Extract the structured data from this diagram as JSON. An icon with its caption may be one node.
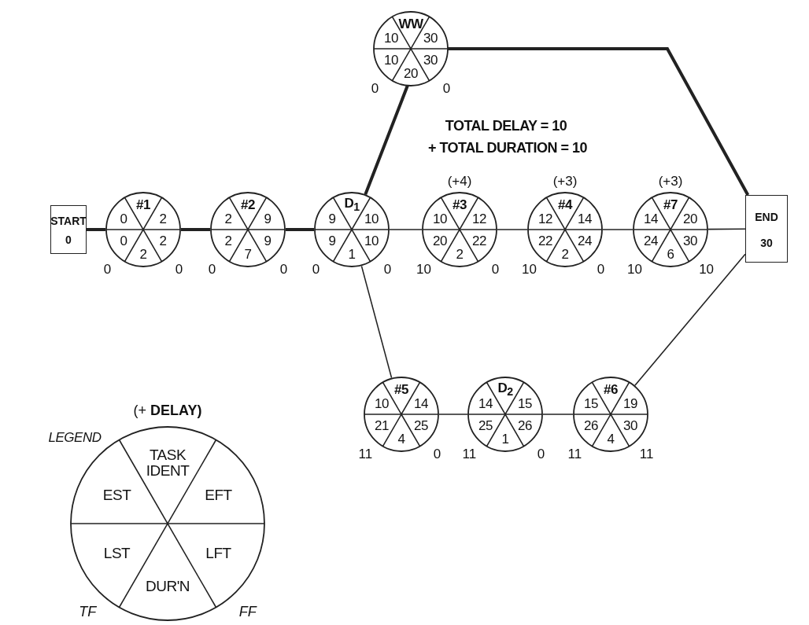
{
  "diagram": {
    "nodes": [
      {
        "text": [
          "START",
          "0"
        ]
      },
      {
        "text": [
          "#1",
          "0",
          "2",
          "0",
          "2",
          "2"
        ],
        "beside": [
          "0",
          "0"
        ]
      },
      {
        "text": [
          "#2",
          "2",
          "9",
          "2",
          "9",
          "7"
        ],
        "beside": [
          "0",
          "0"
        ]
      },
      {
        "text": [
          "D$_{1}$",
          "9",
          "10",
          "9",
          "10",
          "1"
        ],
        "beside": [
          "0",
          "0"
        ]
      },
      {
        "text": [
          "WW",
          "10",
          "30",
          "10",
          "30",
          "20"
        ],
        "beside": [
          "0",
          "0"
        ]
      },
      {
        "text": [
          "#3",
          "10",
          "12",
          "20",
          "22",
          "2"
        ],
        "beside": [
          "10",
          "0",
          "(+4)"
        ]
      },
      {
        "text": [
          "#4",
          "12",
          "14",
          "22",
          "24",
          "2"
        ],
        "beside": [
          "10",
          "0",
          "(+3)"
        ]
      },
      {
        "text": [
          "#7",
          "14",
          "20",
          "24",
          "30",
          "6"
        ],
        "beside": [
          "10",
          "10",
          "(+3)"
        ]
      },
      {
        "text": [
          "END",
          "30"
        ]
      },
      {
        "text": [
          "#5",
          "10",
          "14",
          "21",
          "25",
          "4"
        ],
        "beside": [
          "11",
          "0"
        ]
      },
      {
        "text": [
          "D$_{2}$",
          "14",
          "15",
          "25",
          "26",
          "1"
        ],
        "beside": [
          "11",
          "0"
        ]
      },
      {
        "text": [
          "#6",
          "15",
          "19",
          "26",
          "30",
          "4"
        ],
        "beside": [
          "11",
          "11"
        ]
      },
      {
        "text": [
          "TASK IDENT",
          "EST",
          "EFT",
          "LST",
          "LFT",
          "DUR'N"
        ],
        "beside": [
          "TF",
          "FF",
          "(+ **DELAY)**"
        ]
      }
    ],
    "edges": [
      {
        "from": 0,
        "to": 1,
        "arrow": "none",
        "style": "thick"
      },
      {
        "from": 1,
        "to": 2,
        "arrow": "none",
        "style": "thick"
      },
      {
        "from": 2,
        "to": 3,
        "arrow": "none",
        "style": "thick"
      },
      {
        "from": 3,
        "to": 4,
        "arrow": "none",
        "style": "thick"
      },
      {
        "from": 4,
        "to": 8,
        "arrow": "none",
        "style": "thick"
      },
      {
        "from": 3,
        "to": 5,
        "arrow": "none"
      },
      {
        "from": 5,
        "to": 6,
        "arrow": "none"
      },
      {
        "from": 6,
        "to": 7,
        "arrow": "none"
      },
      {
        "from": 7,
        "to": 8,
        "arrow": "none"
      },
      {
        "from": 3,
        "to": 9,
        "arrow": "none"
      },
      {
        "from": 9,
        "to": 10,
        "arrow": "none"
      },
      {
        "from": 10,
        "to": 11,
        "arrow": "none"
      },
      {
        "from": 11,
        "to": 8,
        "arrow": "none"
      }
    ],
    "labels": [
      "TOTAL DELAY = 10",
      "+ TOTAL DURATION = 10",
      "LEGEND"
    ]
  }
}
